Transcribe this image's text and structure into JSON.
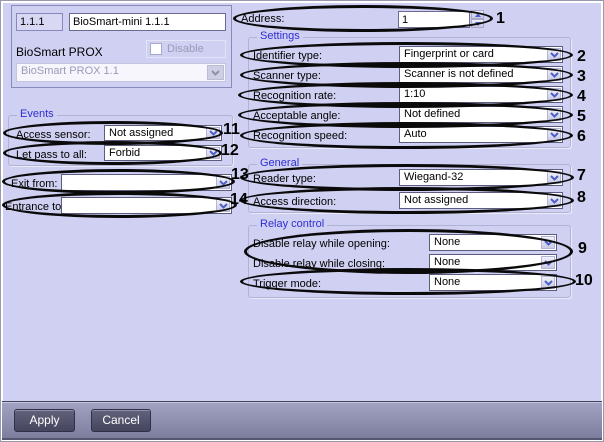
{
  "device_panel": {
    "id_value": "1.1.1",
    "name_value": "BioSmart-mini 1.1.1",
    "type_label": "BioSmart PROX",
    "disable_label": "Disable",
    "parent_value": "BioSmart PROX 1.1"
  },
  "address": {
    "label": "Address:",
    "value": "1"
  },
  "groups": {
    "settings": {
      "title": "Settings",
      "fields": [
        {
          "label": "Identifier type:",
          "value": "Fingerprint or card"
        },
        {
          "label": "Scanner type:",
          "value": "Scanner is not defined"
        },
        {
          "label": "Recognition rate:",
          "value": "1:10"
        },
        {
          "label": "Acceptable angle:",
          "value": "Not defined"
        },
        {
          "label": "Recognition speed:",
          "value": "Auto"
        }
      ]
    },
    "general": {
      "title": "General",
      "fields": [
        {
          "label": "Reader type:",
          "value": "Wiegand-32"
        },
        {
          "label": "Access direction:",
          "value": "Not assigned"
        }
      ]
    },
    "relay": {
      "title": "Relay control",
      "fields": [
        {
          "label": "Disable relay while opening:",
          "value": "None"
        },
        {
          "label": "Disable relay while closing:",
          "value": "None"
        },
        {
          "label": "Trigger mode:",
          "value": "None"
        }
      ]
    },
    "events": {
      "title": "Events",
      "fields": [
        {
          "label": "Access sensor:",
          "value": "Not assigned"
        },
        {
          "label": "Let pass to all:",
          "value": "Forbid"
        }
      ]
    }
  },
  "standalone": [
    {
      "label": "Exit from:",
      "value": ""
    },
    {
      "label": "Entrance to:",
      "value": ""
    }
  ],
  "buttons": {
    "apply": "Apply",
    "cancel": "Cancel"
  },
  "callouts": [
    "1",
    "2",
    "3",
    "4",
    "5",
    "6",
    "7",
    "8",
    "9",
    "10",
    "11",
    "12",
    "13",
    "14"
  ],
  "colors": {
    "background": "#d0d0f2",
    "group_title": "#2e2ed2",
    "chevron": "#4a5fc8",
    "callout": "#000000",
    "disabled_text": "#9a9ab8",
    "button_face": "#51516a",
    "bar_top": "#a2a2c2",
    "bar_bottom": "#7d7d9e"
  }
}
